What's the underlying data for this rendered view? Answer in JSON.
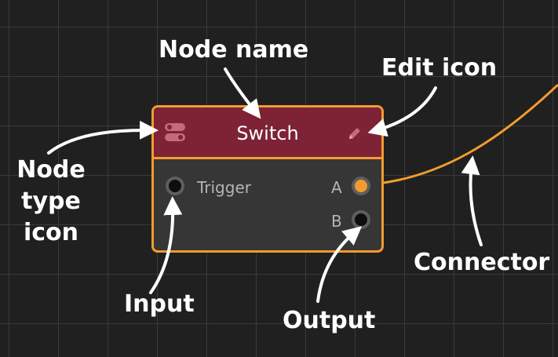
{
  "node": {
    "title": "Switch",
    "input_label": "Trigger",
    "output_a_label": "A",
    "output_b_label": "B"
  },
  "callouts": {
    "node_name": "Node name",
    "edit_icon": "Edit icon",
    "node_type_icon_line1": "Node",
    "node_type_icon_line2": "type",
    "node_type_icon_line3": "icon",
    "input": "Input",
    "output": "Output",
    "connector": "Connector"
  },
  "colors": {
    "canvas_background": "#202020",
    "grid_line": "#3a3a3a",
    "node_border": "#f39b30",
    "node_header": "#7e2236",
    "node_body": "#363636",
    "connector": "#f39b30",
    "active_port": "#f39b30",
    "callout_text": "#ffffff"
  },
  "icons": {
    "node_type": "toggle-switch-icon",
    "edit": "pencil-icon"
  }
}
